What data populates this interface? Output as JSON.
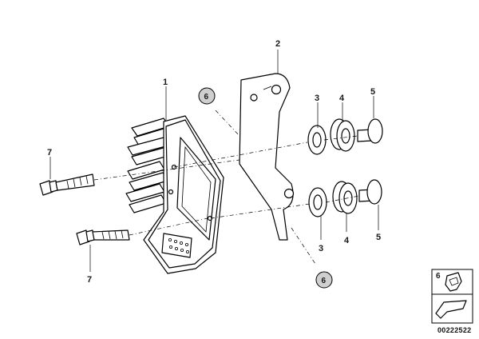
{
  "labels": {
    "p1": "1",
    "p2": "2",
    "p3_top": "3",
    "p4_top": "4",
    "p5_top": "5",
    "p3_bottom": "3",
    "p4_bottom": "4",
    "p5_bottom": "5",
    "p6_top": "6",
    "p6_bottom": "6",
    "p7_top": "7",
    "p7_bottom": "7",
    "p6_legend": "6"
  },
  "reference_number": "00222522"
}
